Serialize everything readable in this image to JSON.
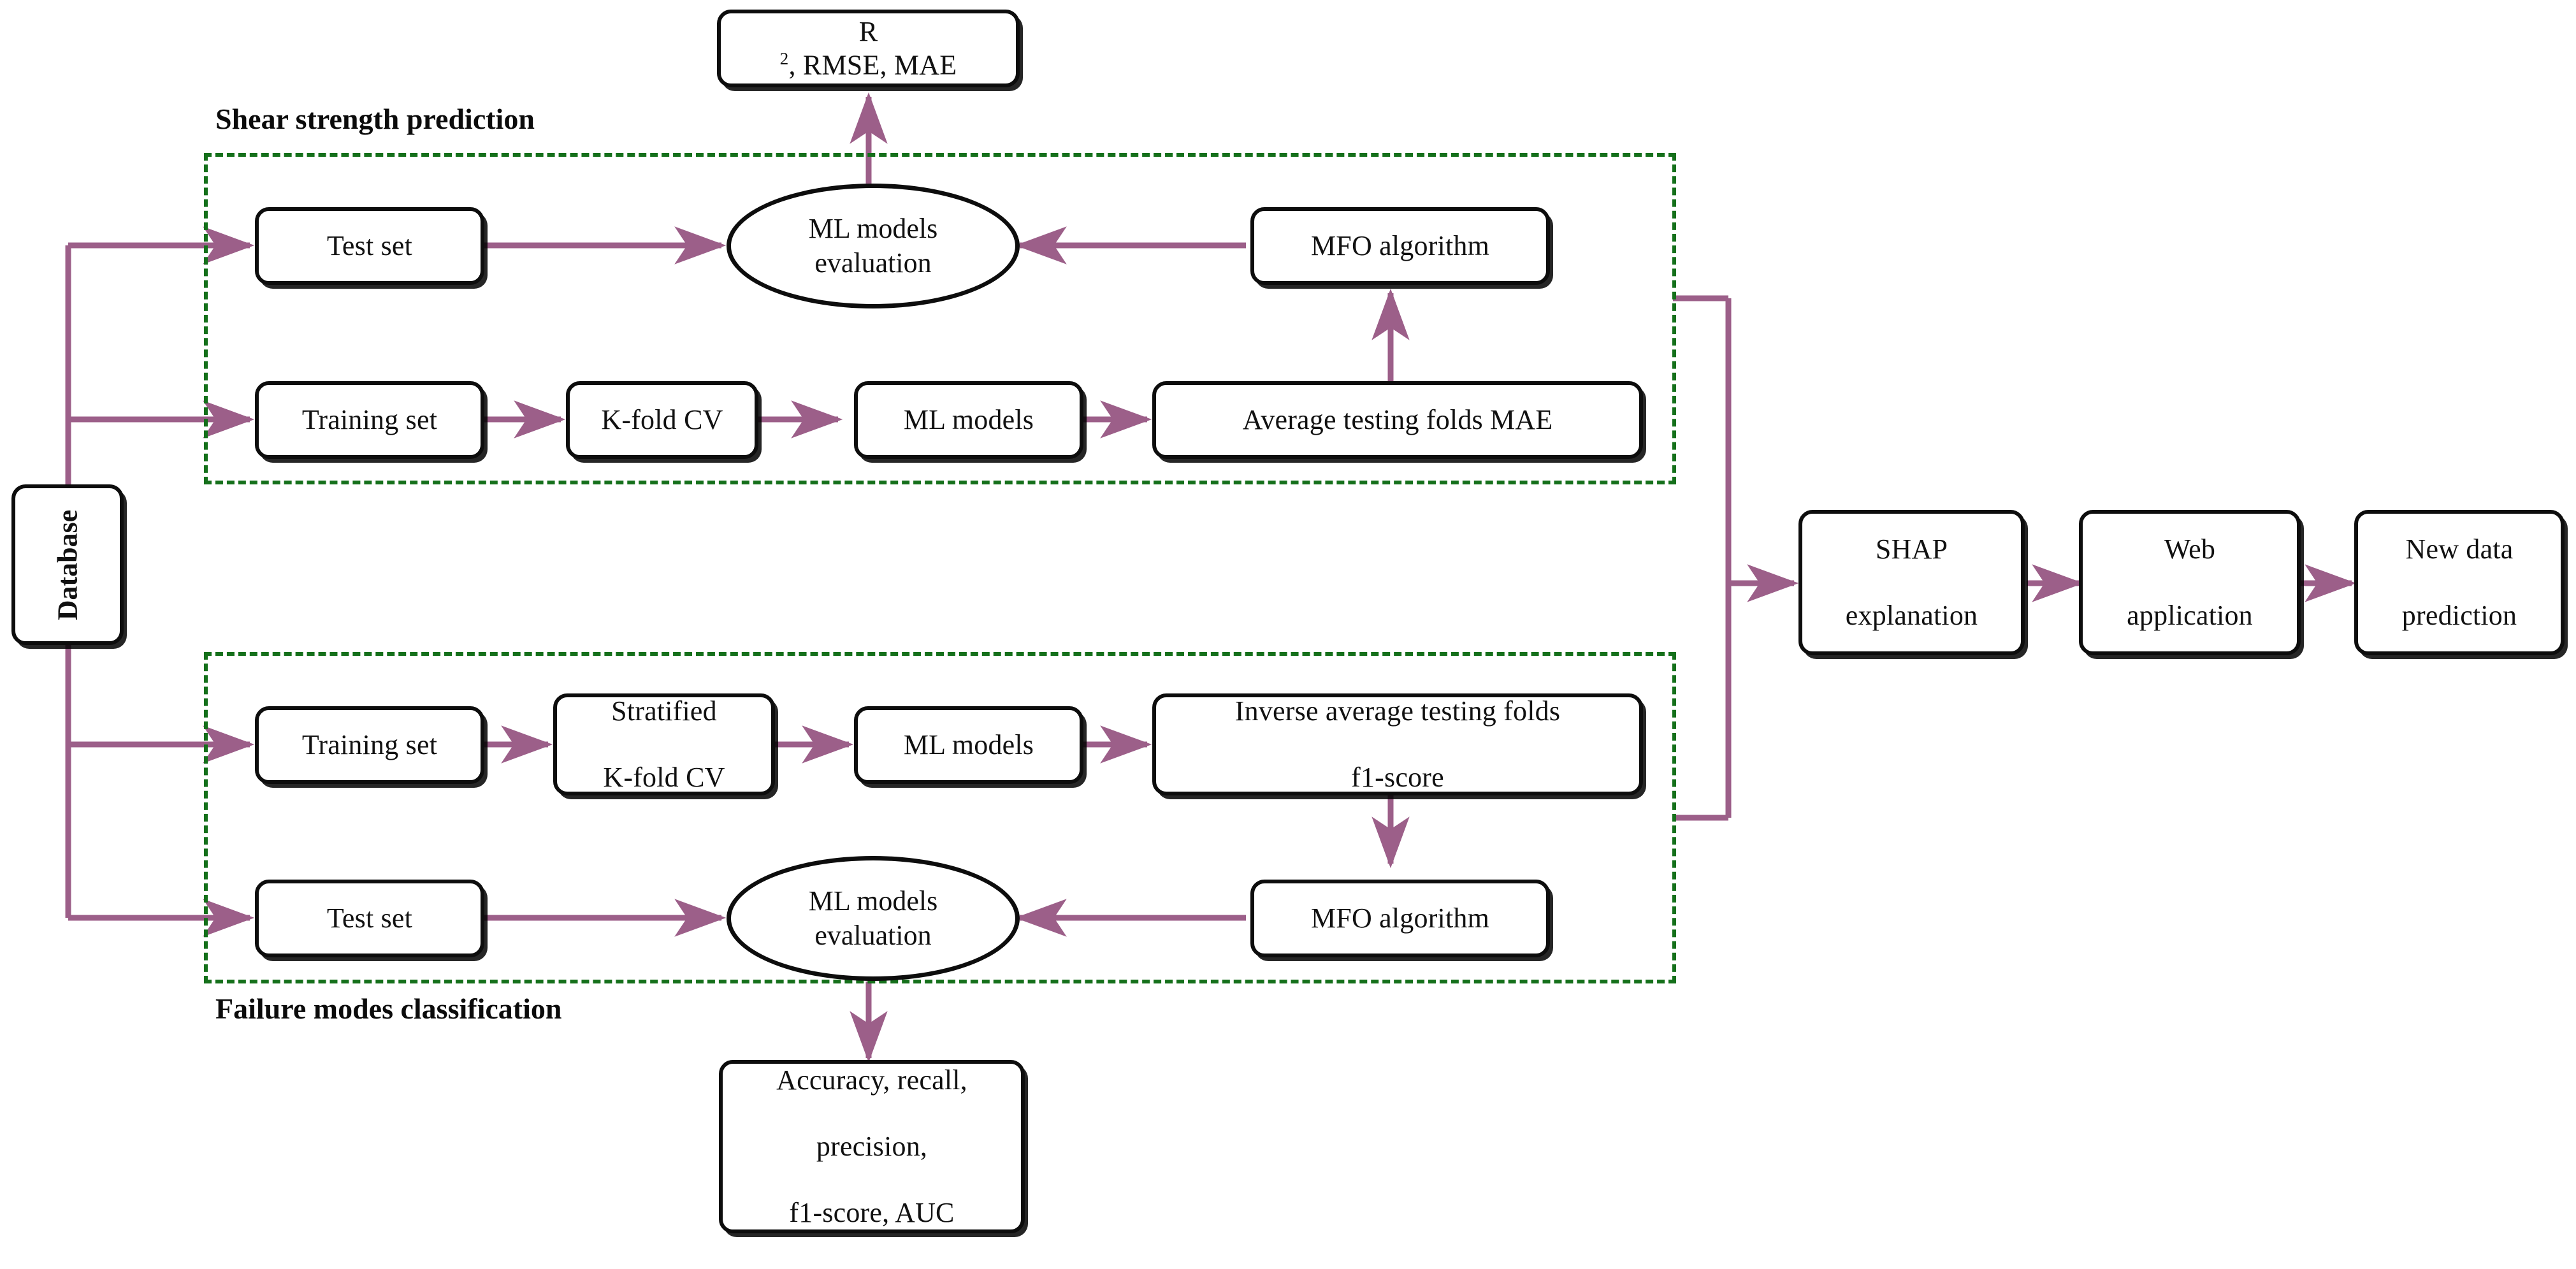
{
  "diagram": {
    "title": "Machine learning workflow for shear strength prediction and failure modes classification",
    "colors": {
      "arrow": "#9c5f89",
      "group_border": "#15701b",
      "node_border": "#0d0d0d",
      "background": "#ffffff"
    },
    "groups": [
      {
        "id": "shear",
        "label": "Shear strength prediction"
      },
      {
        "id": "failure",
        "label": "Failure modes classification"
      }
    ],
    "nodes": {
      "database": "Database",
      "regression_metrics": "R², RMSE, MAE",
      "shear_test_set": "Test set",
      "shear_eval_line1": "ML models",
      "shear_eval_line2": "evaluation",
      "shear_mfo": "MFO algorithm",
      "shear_training_set": "Training set",
      "shear_kfold": "K-fold CV",
      "shear_ml_models": "ML models",
      "shear_avg_mae": "Average testing folds MAE",
      "fail_training_set": "Training set",
      "fail_stratified_line1": "Stratified",
      "fail_stratified_line2": "K-fold CV",
      "fail_ml_models": "ML models",
      "fail_inverse_line1": "Inverse average testing folds",
      "fail_inverse_line2": "f1-score",
      "fail_test_set": "Test set",
      "fail_eval_line1": "ML models",
      "fail_eval_line2": "evaluation",
      "fail_mfo": "MFO algorithm",
      "classification_metrics_line1": "Accuracy, recall,",
      "classification_metrics_line2": "precision,",
      "classification_metrics_line3": "f1-score, AUC",
      "shap": "SHAP",
      "shap_line2": "explanation",
      "web": "Web",
      "web_line2": "application",
      "newdata": "New data",
      "newdata_line2": "prediction"
    },
    "superscript": "2",
    "metrics_prefix": "R"
  }
}
